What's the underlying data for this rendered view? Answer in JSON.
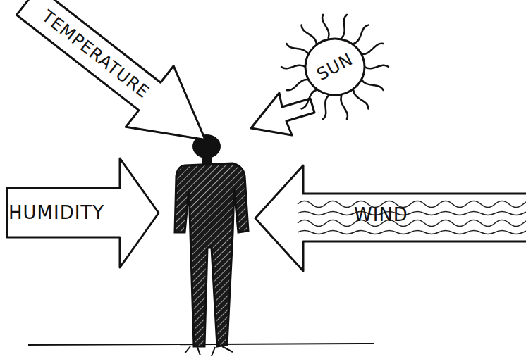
{
  "diagram": {
    "nodes": [
      {
        "text": [
          "TEMPERATURE"
        ]
      },
      {
        "text": [
          "SUN"
        ]
      },
      {
        "text": [
          "HUMIDITY"
        ]
      },
      {
        "text": [
          "WIND"
        ]
      }
    ]
  }
}
